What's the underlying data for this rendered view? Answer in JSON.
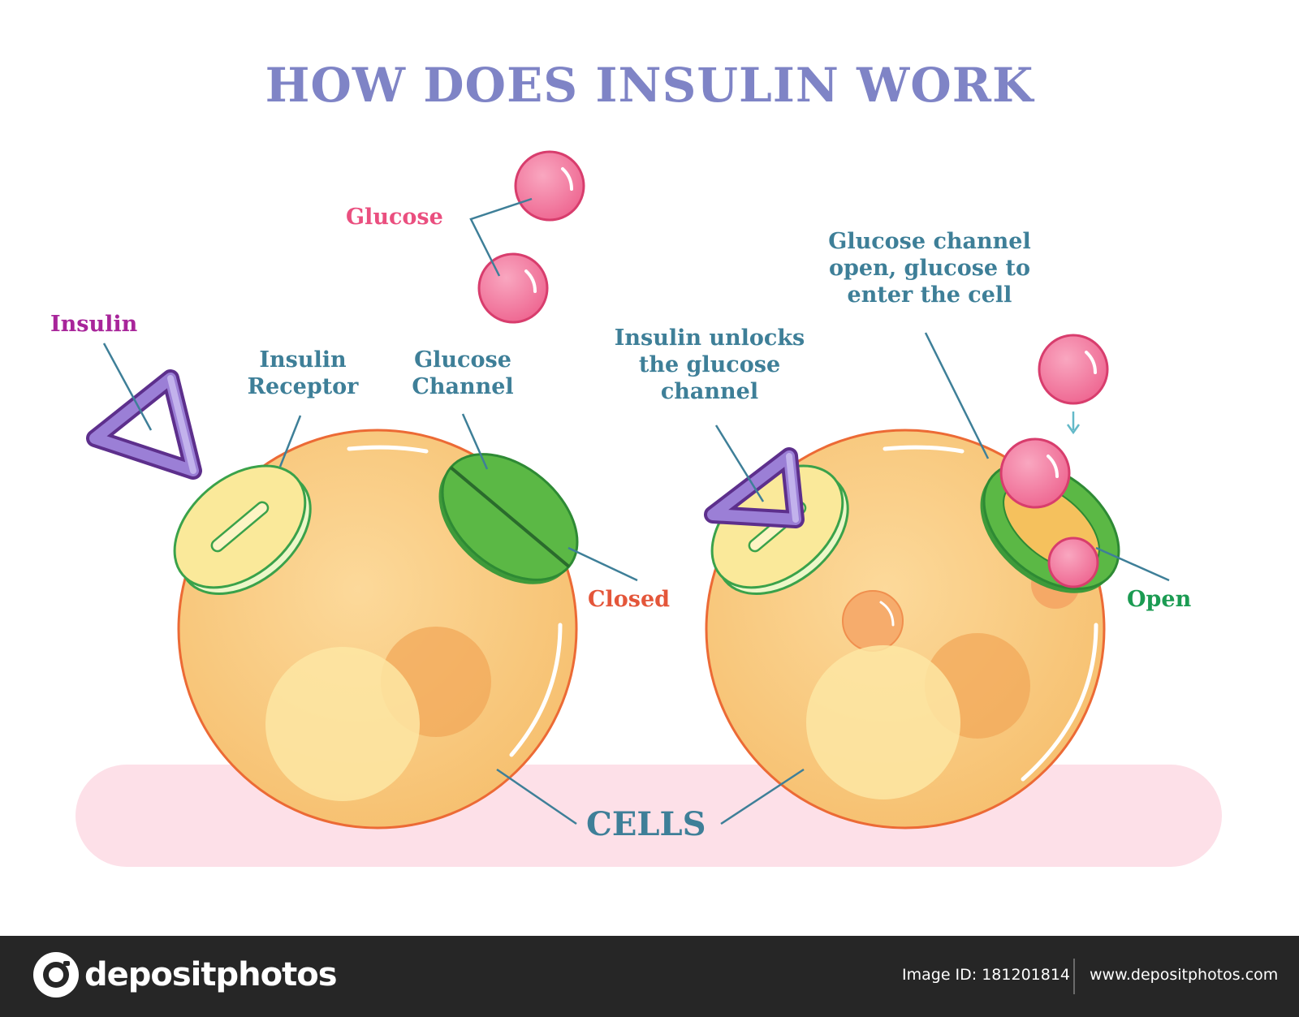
{
  "diagram": {
    "title": "HOW DOES INSULIN WORK",
    "labels": {
      "insulin": "Insulin",
      "glucose": "Glucose",
      "insulin_receptor": "Insulin\nReceptor",
      "glucose_channel": "Glucose\nChannel",
      "closed": "Closed",
      "insulin_unlocks": "Insulin unlocks\nthe glucose\nchannel",
      "channel_open": "Glucose channel\nopen, glucose to\nenter the cell",
      "open": "Open",
      "cells": "CELLS"
    },
    "colors": {
      "title": "#7f84c6",
      "callout_text": "#3e7f98",
      "glucose_text": "#ea4f7f",
      "insulin_text": "#a8259a",
      "closed_text": "#e4563a",
      "open_text": "#1b9b52",
      "cell_fill": "#f8c87c",
      "cell_outline": "#ec6a35",
      "glucose_fill": "#f27fa0",
      "channel_green": "#5bb845",
      "receptor_fill": "#fae99a",
      "insulin_purple": "#7e55b8",
      "ground_band": "#fde0e8"
    }
  },
  "watermark": "depositphotos",
  "footer": {
    "brand": "depositphotos",
    "image_id": "Image ID: 181201814",
    "site": "www.depositphotos.com"
  }
}
